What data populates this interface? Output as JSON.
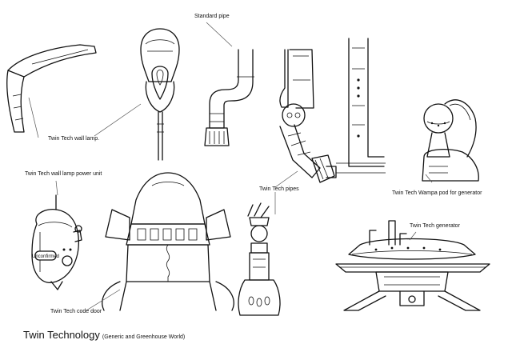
{
  "sheet": {
    "title": "Twin Technology",
    "subtitle": "(Generic and Greenhouse World)"
  },
  "labels": {
    "standard_pipe": "Standard pipe",
    "wall_lamp": "Twin Tech wall lamp.",
    "wall_lamp_power_unit": "Twin Tech wall lamp power unit",
    "pipes": "Twin Tech pipes",
    "wampa_pod": "Twin Tech Wampa pod for generator",
    "generator": "Twin Tech generator",
    "code_door": "Twin Tech code door",
    "power_unit_plate": "Unconfirmed"
  }
}
